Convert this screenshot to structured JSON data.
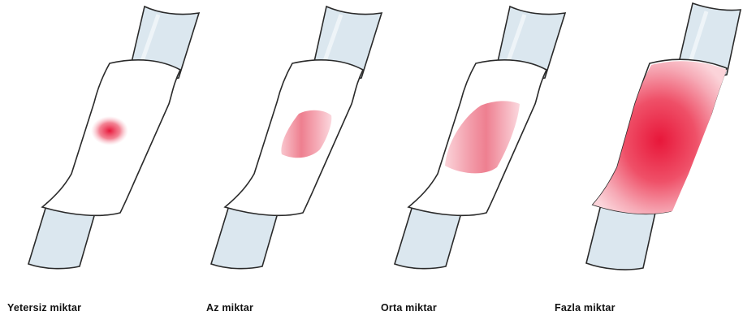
{
  "colors": {
    "stain": "#e8173a",
    "handle_fill": "#dbe7ef",
    "body_fill": "#ffffff",
    "outline": "#2a2a2a"
  },
  "illustrations": [
    {
      "name": "specimen-insufficient",
      "label": "Yetersiz miktar"
    },
    {
      "name": "specimen-small",
      "label": "Az miktar"
    },
    {
      "name": "specimen-medium",
      "label": "Orta miktar"
    },
    {
      "name": "specimen-excessive",
      "label": "Fazla miktar"
    }
  ]
}
